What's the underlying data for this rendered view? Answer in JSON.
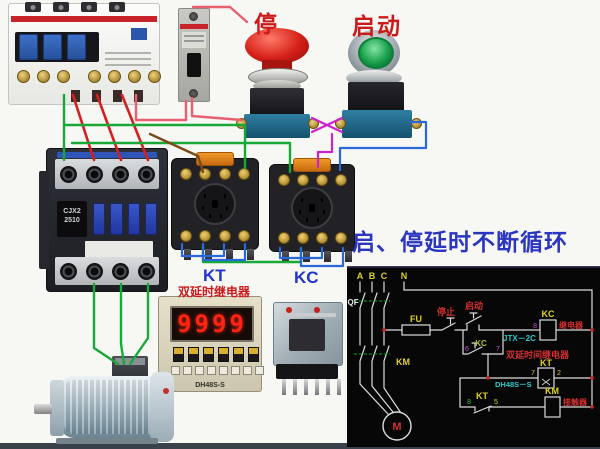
{
  "title": {
    "text": "启、停延时不断循环"
  },
  "photo": {
    "stop_label": "停",
    "start_label": "启动",
    "kt_label": "KT",
    "kt_caption": "双延时继电器",
    "kc_label": "KC",
    "timer_display": "9999",
    "timer_model": "DH48S-S",
    "contactor_model_line1": "CJX2",
    "contactor_model_line2": "2510"
  },
  "schematic": {
    "phase_a": "A",
    "phase_b": "B",
    "phase_c": "C",
    "neutral": "N",
    "qf_label": "QF",
    "fu_label": "FU",
    "stop_label": "停止",
    "start_label": "启动",
    "kc_contact_label": "KC",
    "kc_contact_term_left": "6",
    "kc_contact_term_right": "7",
    "jtx_label": "JTX－2C",
    "kc_coil_label": "KC",
    "kc_coil_term": "8",
    "kc_coil_desc": "继电器",
    "kt_caption": "双延时间继电器",
    "kt_coil_label": "KT",
    "kt_coil_term_left": "7",
    "kt_coil_term_right": "2",
    "kt_coil_model": "DH48S－S",
    "kt_contact_label": "KT",
    "kt_contact_term_left": "8",
    "kt_contact_term_right": "5",
    "km_coil_label": "KM",
    "km_coil_desc": "接触器",
    "km_contact_label": "KM",
    "motor_label": "M"
  },
  "colors": {
    "title_blue": "#2a35c0",
    "label_red": "#cc1a1a",
    "schematic_yellow": "#ddd22a",
    "schematic_cyan": "#2cc9c9",
    "schematic_magenta": "#c74fc7",
    "wire_red": "#d42020",
    "wire_green": "#18a838",
    "wire_blue": "#2868d8",
    "wire_magenta": "#cc22cc",
    "wire_pink": "#e86070",
    "wire_brown": "#7a4a18"
  }
}
